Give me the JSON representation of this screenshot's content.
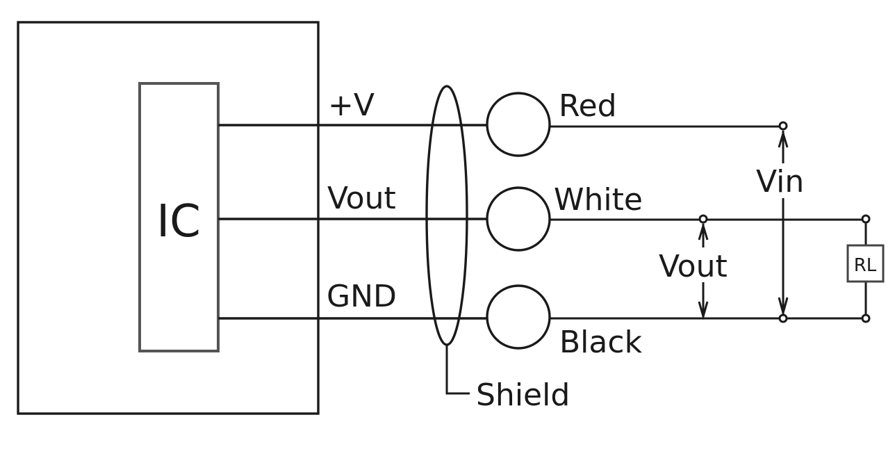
{
  "diagram": {
    "ic_label": "IC",
    "signals": {
      "plus_v": "+V",
      "vout": "Vout",
      "gnd": "GND"
    },
    "wires": {
      "red": "Red",
      "white": "White",
      "black": "Black"
    },
    "shield": "Shield",
    "vin": "Vin",
    "vout_measure": "Vout",
    "load_resistor": "RL"
  }
}
